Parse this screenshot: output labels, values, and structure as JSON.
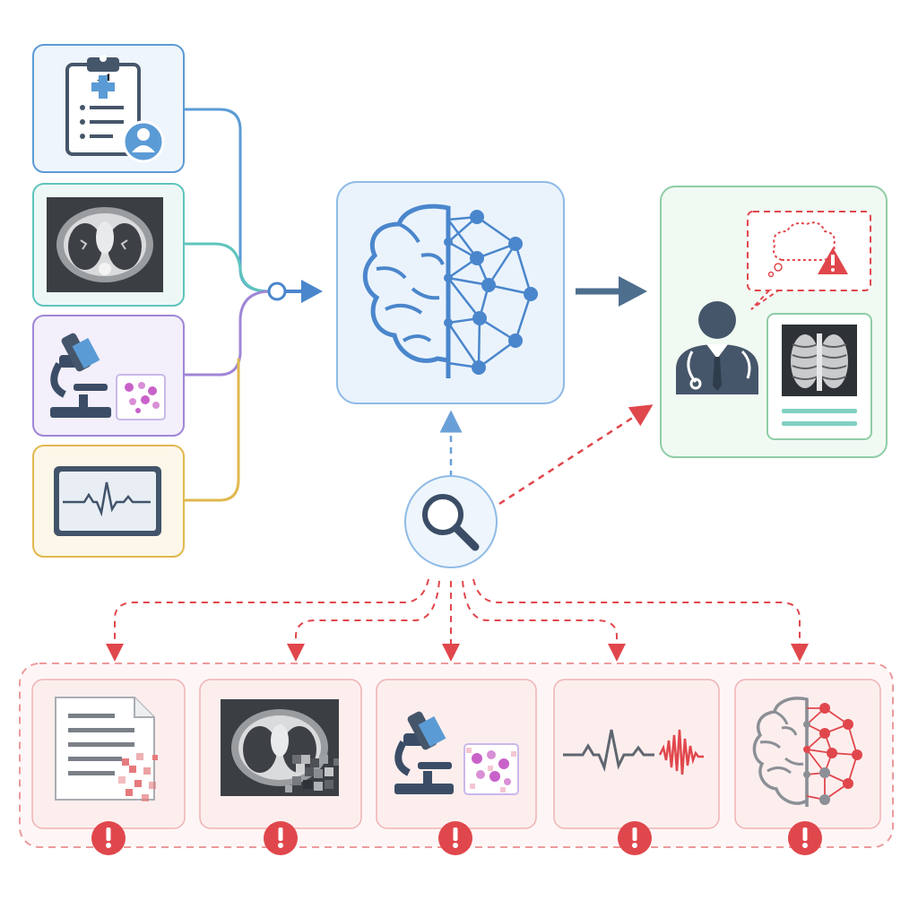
{
  "colors": {
    "ehr": "#5b9bd5",
    "imaging": "#5ec4bd",
    "pathology": "#9f86d6",
    "signals": "#e0b84e",
    "model": "#4a86cc",
    "model_bg": "#eaf3fc",
    "output": "#8fcda6",
    "output_bg": "#f1f9f3",
    "alert": "#e0474c",
    "alert_bg": "#fdf1f1",
    "arrow": "#4e6e8e",
    "icon_dark": "#46566a"
  },
  "inputs": [
    {
      "id": "ehr",
      "icon": "clipboard-patient-icon"
    },
    {
      "id": "imaging",
      "icon": "ct-scan-icon"
    },
    {
      "id": "pathology",
      "icon": "microscope-slide-icon"
    },
    {
      "id": "signals",
      "icon": "ecg-monitor-icon"
    }
  ],
  "model": {
    "icon": "brain-network-icon"
  },
  "explainer": {
    "icon": "magnifier-icon"
  },
  "output": {
    "icons": [
      "doctor-icon",
      "thought-bubble-warning-icon",
      "chest-xray-report-icon"
    ]
  },
  "vulnerabilities": [
    {
      "id": "corrupted-record",
      "icon": "corrupted-document-icon"
    },
    {
      "id": "corrupted-image",
      "icon": "corrupted-ct-icon"
    },
    {
      "id": "corrupted-slide",
      "icon": "corrupted-microscope-icon"
    },
    {
      "id": "noisy-signal",
      "icon": "noisy-waveform-icon"
    },
    {
      "id": "compromised-model",
      "icon": "compromised-brain-icon"
    }
  ],
  "alert_badges": 5
}
